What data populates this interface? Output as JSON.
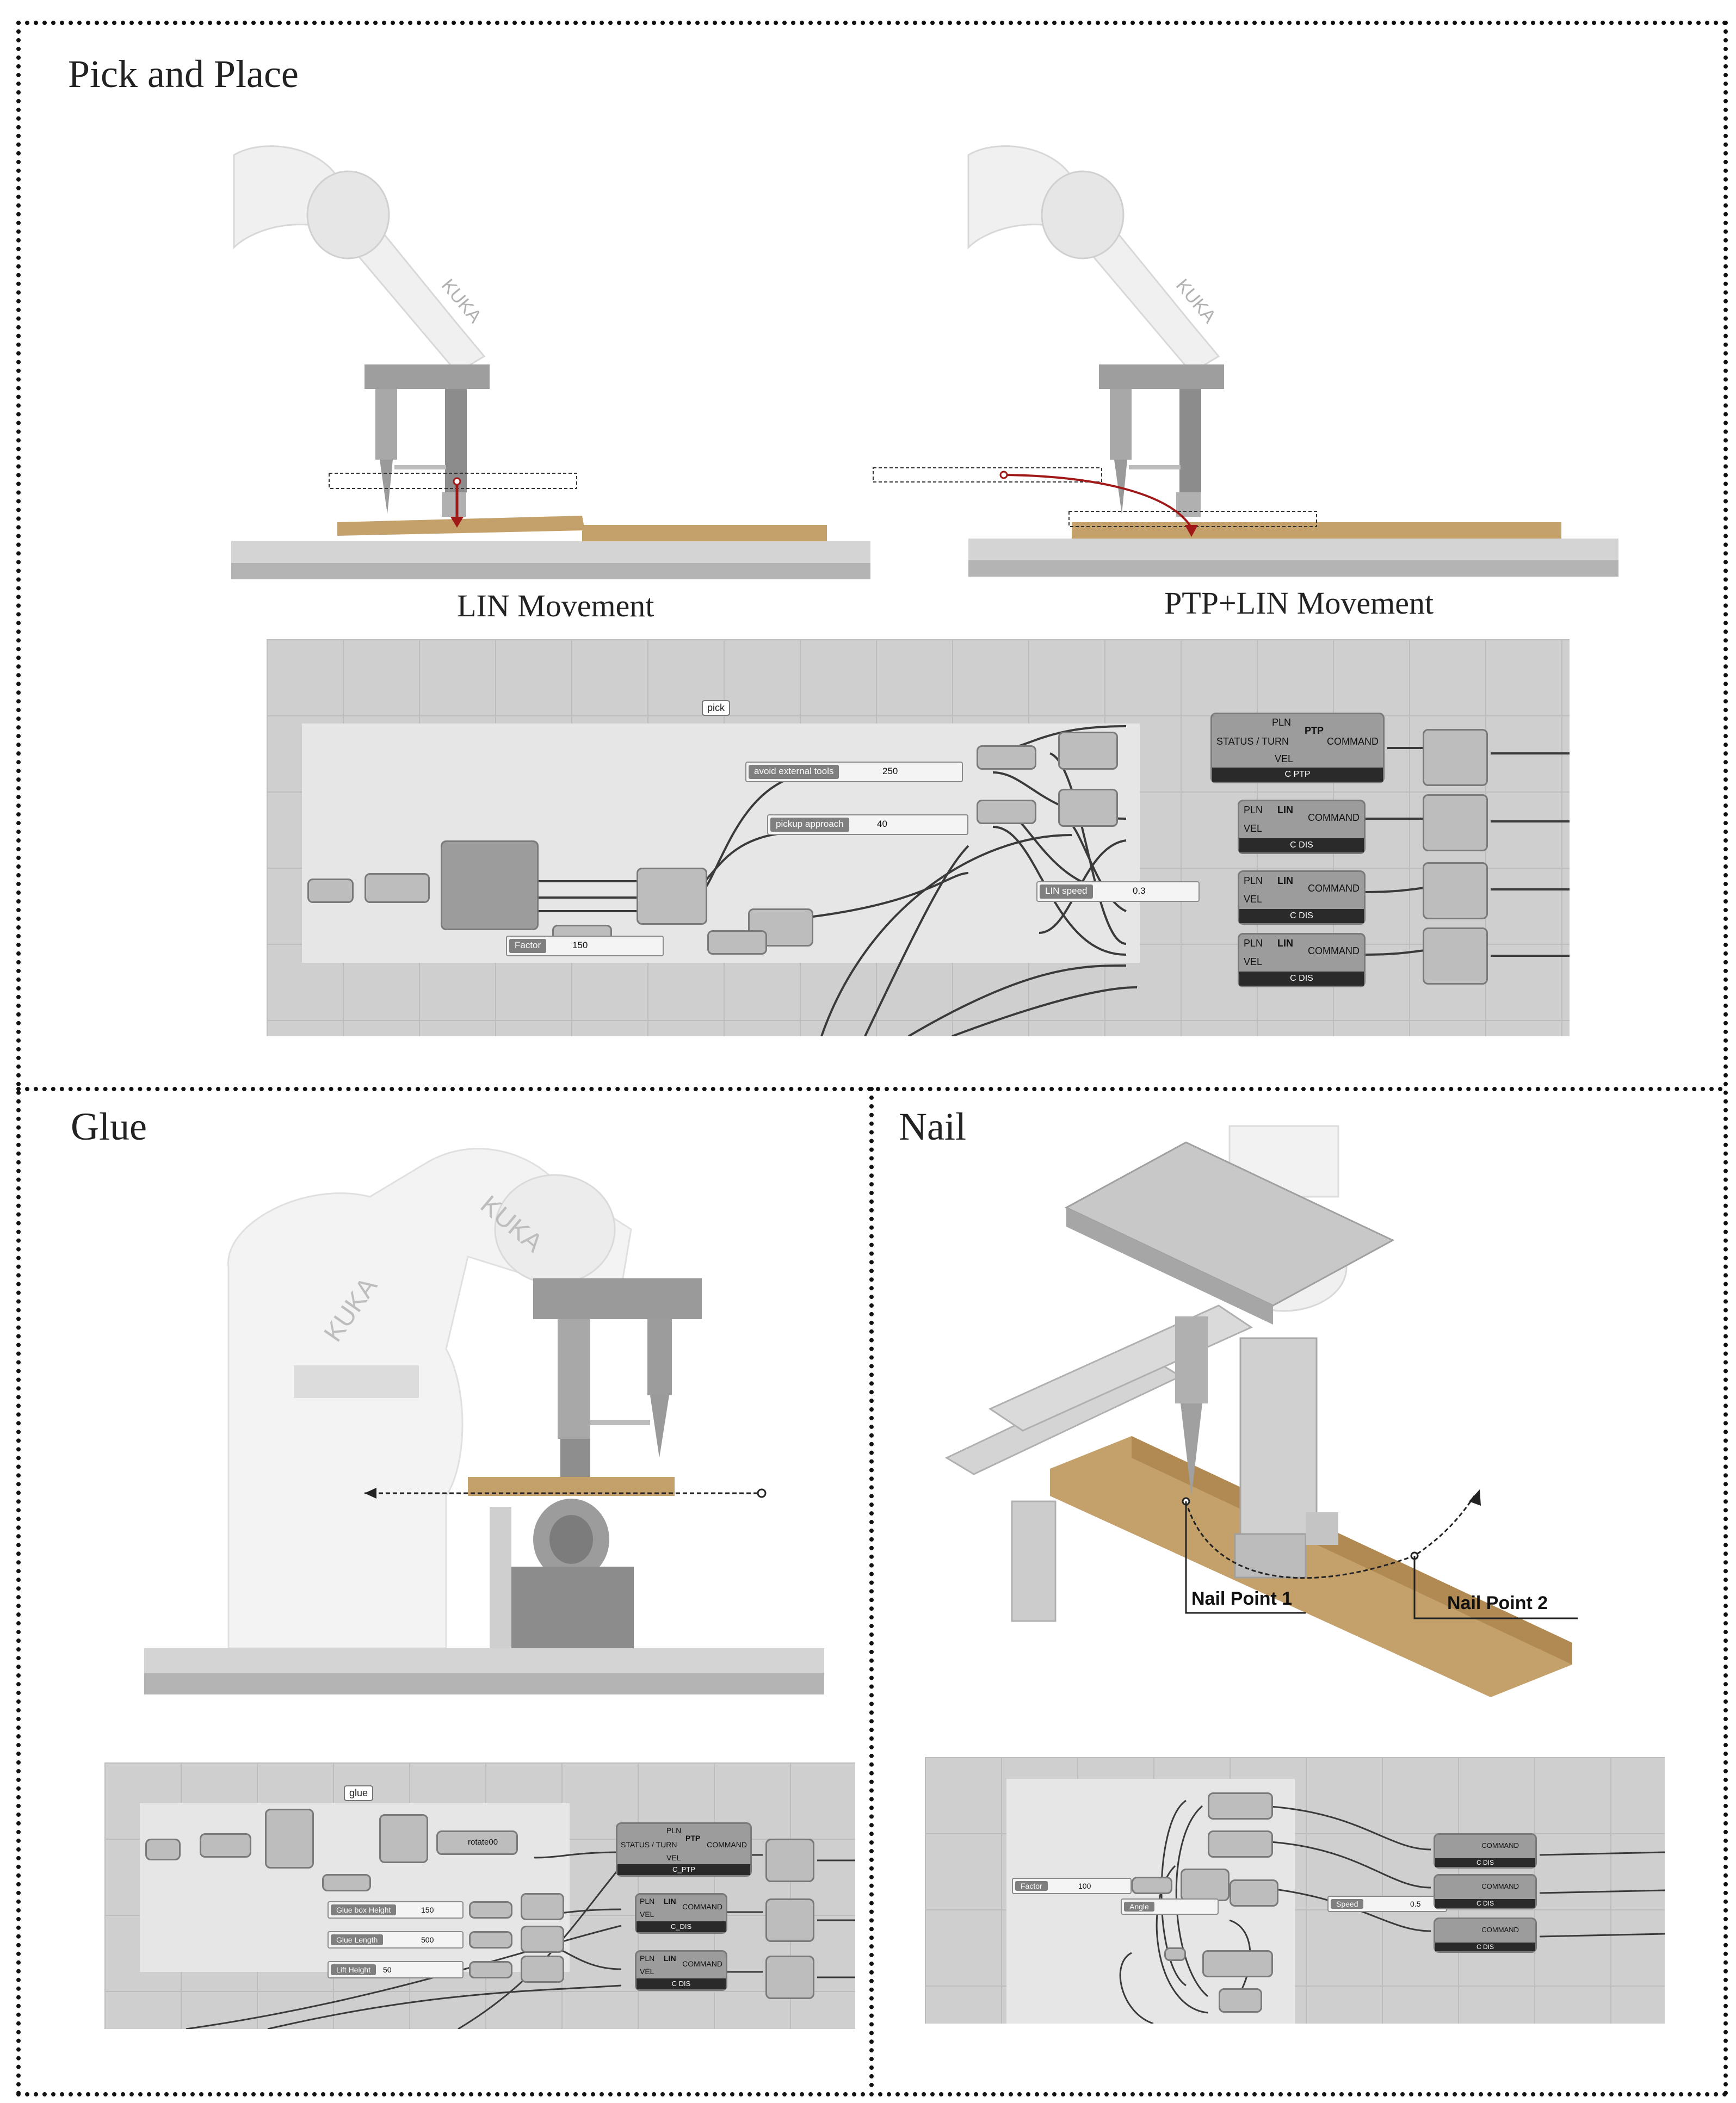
{
  "sections": {
    "pick_and_place": {
      "title": "Pick and Place",
      "caption_left": "LIN Movement",
      "caption_right": "PTP+LIN Movement",
      "definition": {
        "group_label": "pick",
        "sliders": [
          {
            "label": "avoid external tools",
            "value": "250"
          },
          {
            "label": "pickup approach",
            "value": "40"
          },
          {
            "label": "LIN speed",
            "value": "0.3"
          },
          {
            "label": "Factor",
            "value": "150"
          }
        ],
        "commands": [
          {
            "inputs": [
              "PLN",
              "STATUS / TURN",
              "VEL"
            ],
            "output": "COMMAND",
            "badge": "PTP",
            "footer": "C PTP"
          },
          {
            "inputs": [
              "PLN",
              "VEL"
            ],
            "output": "COMMAND",
            "badge": "LIN",
            "footer": "C DIS"
          },
          {
            "inputs": [
              "PLN",
              "VEL"
            ],
            "output": "COMMAND",
            "badge": "LIN",
            "footer": "C DIS"
          },
          {
            "inputs": [
              "PLN",
              "VEL"
            ],
            "output": "COMMAND",
            "badge": "LIN",
            "footer": "C DIS"
          }
        ]
      }
    },
    "glue": {
      "title": "Glue",
      "definition": {
        "group_label": "glue",
        "sliders": [
          {
            "label": "Glue box Height",
            "value": "150"
          },
          {
            "label": "Glue Length",
            "value": "500"
          },
          {
            "label": "Lift Height",
            "value": "50"
          }
        ],
        "rotate_label": "rotate00",
        "commands": [
          {
            "inputs": [
              "PLN",
              "STATUS / TURN",
              "VEL"
            ],
            "output": "COMMAND",
            "badge": "PTP",
            "footer": "C_PTP"
          },
          {
            "inputs": [
              "PLN",
              "VEL"
            ],
            "output": "COMMAND",
            "badge": "LIN",
            "footer": "C_DIS"
          },
          {
            "inputs": [
              "PLN",
              "VEL"
            ],
            "output": "COMMAND",
            "badge": "LIN",
            "footer": "C DIS"
          }
        ]
      }
    },
    "nail": {
      "title": "Nail",
      "annotations": [
        "Nail Point 1",
        "Nail Point 2"
      ],
      "definition": {
        "sliders": [
          {
            "label": "Factor",
            "value": "100"
          },
          {
            "label": "Angle",
            "value": ""
          },
          {
            "label": "Speed",
            "value": "0.5"
          }
        ],
        "commands": [
          {
            "output": "COMMAND",
            "footer": "C DIS"
          },
          {
            "output": "COMMAND",
            "footer": "C DIS"
          },
          {
            "output": "COMMAND",
            "footer": "C DIS"
          }
        ]
      }
    }
  },
  "robot_brand": "KUKA",
  "colors": {
    "wood": "#c4a06a",
    "table": "#c9c9c9",
    "robot": "#f2f2f2",
    "trajectory": "#a01818"
  }
}
